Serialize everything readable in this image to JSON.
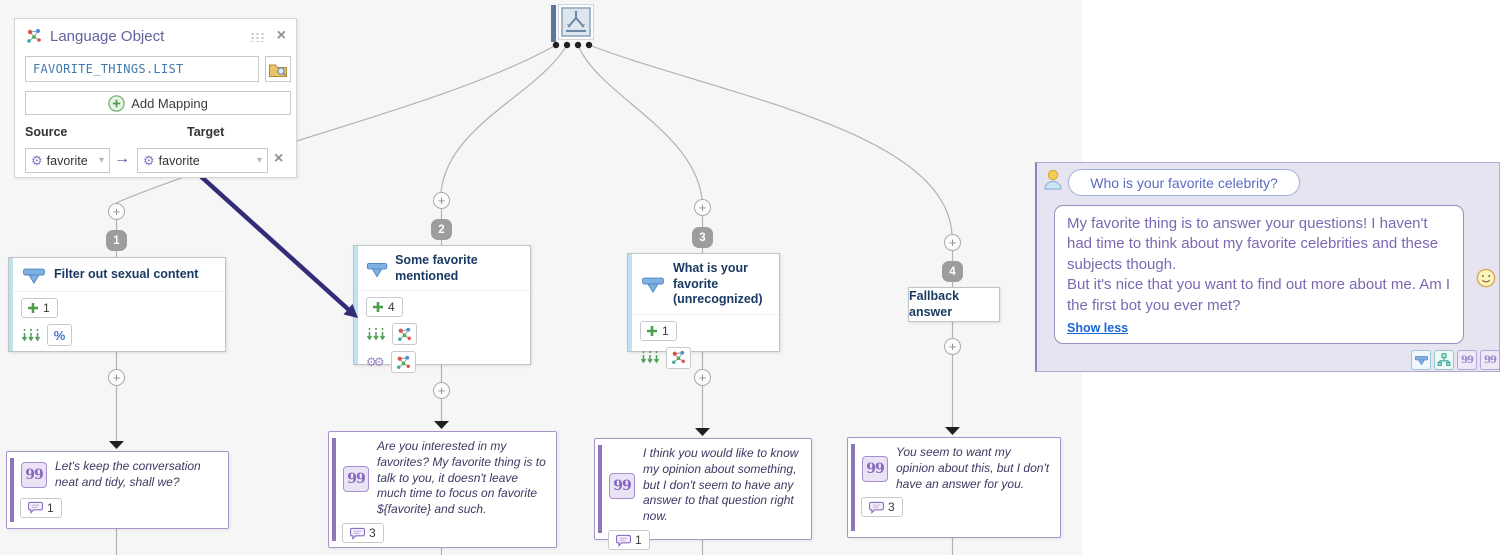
{
  "icons": {
    "plus": "+",
    "close": "×",
    "chevron_down": "▾",
    "map_arrow": "→",
    "gear": "⚙",
    "gears": "⚙⚙",
    "quotes": "99",
    "percent": "%"
  },
  "language_object": {
    "title": "Language Object",
    "object_name": "FAVORITE_THINGS.LIST",
    "add_mapping": "Add Mapping",
    "source_label": "Source",
    "target_label": "Target",
    "source_value": "favorite",
    "target_value": "favorite"
  },
  "flow": {
    "nodes": [
      {
        "badge": "1",
        "title": "Filter out sexual content",
        "trigger_count": "1"
      },
      {
        "badge": "2",
        "title": "Some favorite mentioned",
        "trigger_count": "4"
      },
      {
        "badge": "3",
        "title": "What is your favorite (unrecognized)",
        "trigger_count": "1"
      },
      {
        "badge": "4",
        "title": "Fallback answer"
      }
    ],
    "answers": [
      {
        "text": "Let's keep the conversation neat and tidy, shall we?",
        "count": "1"
      },
      {
        "text": "Are you interested in my favorites? My favorite thing is to talk to you, it doesn't leave much time to focus on favorite ${favorite} and such.",
        "count": "3"
      },
      {
        "text": "I think you would like to know my opinion about something, but I don't seem to have any answer to that question right now.",
        "count": "1"
      },
      {
        "text": "You seem to want my opinion about this, but I don't have an answer for you.",
        "count": "3"
      }
    ]
  },
  "chat": {
    "question": "Who is your favorite celebrity?",
    "answer_p1": "My favorite thing is to answer your questions! I haven't had time to think about my favorite celebrities and these subjects though.",
    "answer_p2": "But it's nice that you want to find out more about me. Am I the first bot you ever met?",
    "show_less": "Show less"
  },
  "colors": {
    "answer_accent": "#8f75ba",
    "node_accent": "#bfe2f2",
    "mapping_arrow": "#332d77",
    "link": "#1a66d6"
  }
}
